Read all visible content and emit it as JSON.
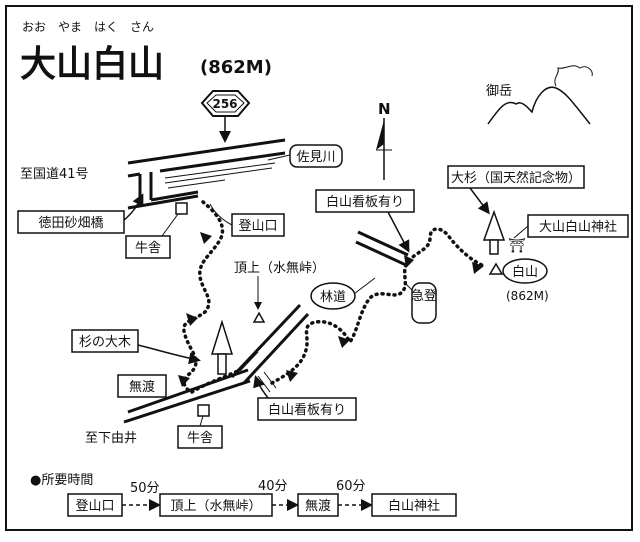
{
  "header": {
    "ruby": "おお　やま　はく　さん",
    "title": "大山白山",
    "elevation": "(862M)"
  },
  "labels": {
    "route_marker": "256",
    "to_national_road": "至国道41号",
    "sami_river": "佐見川",
    "tokuda_bridge": "徳田砂畑橋",
    "cowshed_top": "牛舎",
    "trailhead": "登山口",
    "summit_minanashi": "頂上（水無峠）",
    "forest_road": "林道",
    "giant_cedar": "杉の大木",
    "munado": "無渡",
    "to_shimoyui": "至下由井",
    "cowshed_bottom": "牛舎",
    "signboard_bottom": "白山看板有り",
    "signboard_top": "白山看板有り",
    "steep": "急登",
    "north": "N",
    "ontake": "御岳",
    "great_cedar": "大杉（国天然記念物）",
    "shrine": "大山白山神社",
    "hakusan": "白山",
    "hakusan_elev": "(862M)"
  },
  "time_table": {
    "heading": "●所要時間",
    "stops": [
      "登山口",
      "頂上（水無峠）",
      "無渡",
      "白山神社"
    ],
    "durations": [
      "50分",
      "40分",
      "60分"
    ]
  }
}
